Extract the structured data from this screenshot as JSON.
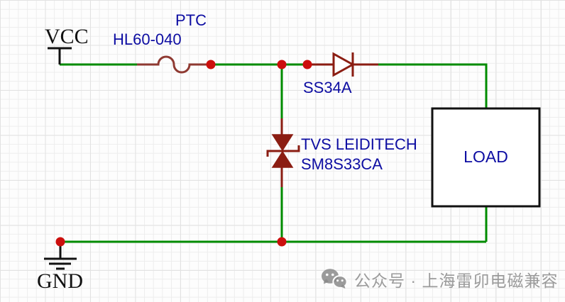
{
  "diagram": {
    "title_hint": "PTC + TVS surge protection schematic",
    "power_net": "VCC",
    "ground_net": "GND",
    "components": {
      "ptc_fuse": {
        "type_label": "PTC",
        "part_label": "HL60-040"
      },
      "schottky_diode": {
        "part_label": "SS34A"
      },
      "tvs_diode": {
        "line1": "TVS LEIDITECH",
        "line2": "SM8S33CA"
      },
      "load": {
        "label": "LOAD"
      }
    },
    "colors": {
      "wire_green": "#008c00",
      "fuse_darkred": "#8f3a32",
      "diode_darkred": "#8b1d12",
      "junction_red": "#cc0f0d",
      "label_blue": "#0d0da2",
      "symbol_black": "#111111",
      "grid_line": "#ededed",
      "background": "#fdfdfd"
    }
  },
  "watermark": {
    "icon": "wechat-icon",
    "text": "公众号 · 上海雷卯电磁兼容",
    "color": "#8a8a8a"
  }
}
